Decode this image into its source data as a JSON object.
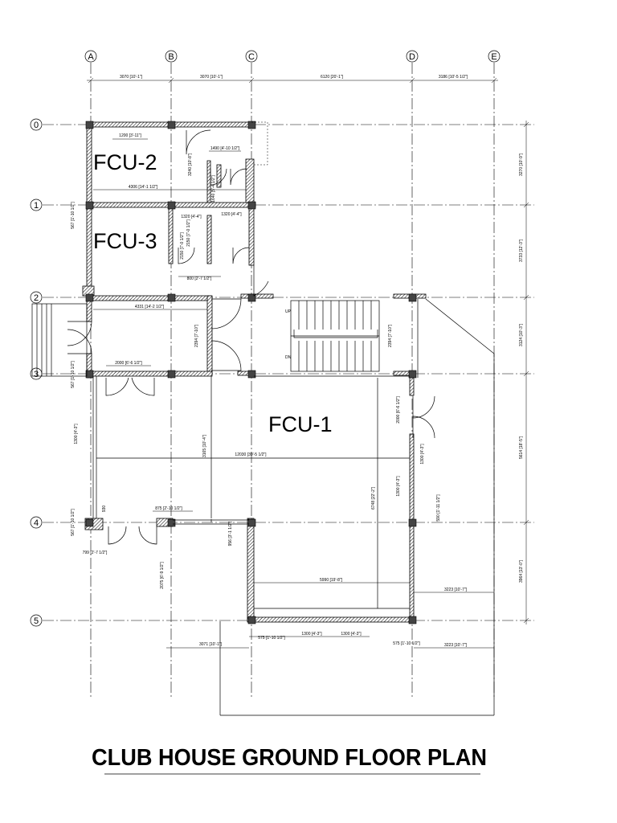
{
  "title": "CLUB HOUSE GROUND FLOOR PLAN",
  "grid_columns": [
    "A",
    "B",
    "C",
    "D",
    "E"
  ],
  "grid_rows": [
    "0",
    "1",
    "2",
    "3",
    "4",
    "5"
  ],
  "rooms": {
    "fcu1": "FCU-1",
    "fcu2": "FCU-2",
    "fcu3": "FCU-3"
  },
  "stairs": {
    "up": "UP",
    "down": "DN"
  },
  "dimensions": {
    "top_ab": "3070 [10'-1\"]",
    "top_bc": "3070 [10'-1\"]",
    "top_cd": "6120 [20'-1\"]",
    "top_de": "3186 [10'-5 1/2\"]",
    "right_01": "3270 [10'-9\"]",
    "right_12": "3733 [12'-3\"]",
    "right_23": "3124 [10'-3\"]",
    "right_34": "5614 [18'-5\"]",
    "right_45": "3964 [13'-0\"]",
    "d_1200": "1200 [3'-11\"]",
    "d_1490": "1490 [4'-10 1/2\"]",
    "d_3240": "3240 [10'-8\"]",
    "d_1640": "1640 [5'-4 1/2\"]",
    "d_4306": "4306 [14'-1 1/2\"]",
    "d_1320a": "1320 [4'-4\"]",
    "d_1320b": "1320 [4'-4\"]",
    "d_2150a": "2150 [7'-0 1/2\"]",
    "d_2150b": "2150 [7'-0 1/2\"]",
    "d_800": "800 [2'-7 1/2\"]",
    "left_567a": "567 [1'-10 1/2\"]",
    "d_4331": "4331 [14'-2 1/2\"]",
    "d_2394a": "2394 [7'-10\"]",
    "d_2394b": "2394 [7'-10\"]",
    "d_2000": "2000 [6'-6 1/2\"]",
    "left_567b": "567 [1'-10 1/2\"]",
    "left_1300": "1300 [4'-3\"]",
    "d_12030": "12030 [39'-5 1/2\"]",
    "d_3165": "3165 [10'-4\"]",
    "d_2000b": "2000 [6'-6 1/2\"]",
    "d_1300a": "1300 [4'-3\"]",
    "d_1300b": "1300 [4'-3\"]",
    "d_6748": "6748 [22'-2\"]",
    "d_590": "590 [1'-11 1/2\"]",
    "d_875": "875 [2'-10 1/2\"]",
    "d_930": "930",
    "left_567c": "567 [1'-10 1/2\"]",
    "d_956": "956 [3'-1 1/2\"]",
    "d_799": "799 [2'-7 1/2\"]",
    "d_2075": "2075 [6'-9 1/2\"]",
    "d_5990": "5990 [19'-8\"]",
    "d_3223a": "3223 [10'-7\"]",
    "d_575a": "575 [1'-10 1/2\"]",
    "d_1300c": "1300 [4'-3\"]",
    "d_1300d": "1300 [4'-3\"]",
    "d_575b": "575 [1'-10 1/2\"]",
    "d_3071": "3071 [10'-1\"]",
    "d_3223b": "3223 [10'-7\"]"
  }
}
